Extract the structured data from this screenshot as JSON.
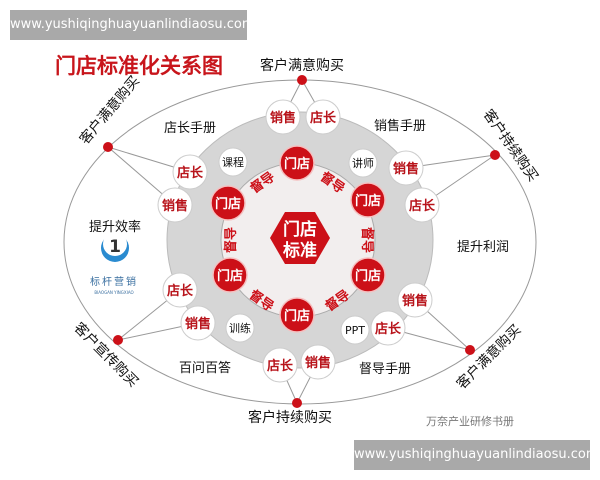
{
  "watermark_top": "www.yushiqinghuayuanlindiaosu.com",
  "watermark_bottom": "www.yushiqinghuayuanlindiaosu.com",
  "title": "门店标准化关系图",
  "center": {
    "line1": "门店",
    "line2": "标准"
  },
  "inner_nodes": [
    "门店",
    "门店",
    "门店",
    "门店",
    "门店",
    "门店"
  ],
  "inner_links": [
    "督导",
    "督导",
    "督导",
    "督导",
    "督导",
    "督导"
  ],
  "resource_nodes": [
    "课程",
    "讲师",
    "训练",
    "PPT"
  ],
  "ring_nodes": [
    "销售",
    "店长",
    "店长",
    "销售",
    "销售",
    "店长",
    "店长",
    "销售",
    "销售",
    "店长",
    "店长",
    "销售"
  ],
  "zone_labels": [
    "店长手册",
    "销售手册",
    "提升效率",
    "提升利润",
    "百问百答",
    "督导手册"
  ],
  "outcomes": [
    "客户满意购买",
    "客户满意购买",
    "客户持续购买",
    "客户宣传购买",
    "客户满意购买",
    "客户持续购买"
  ],
  "logo": {
    "name": "标杆营销",
    "sub": "BIAOGAN YINGXIAO",
    "mark": "1"
  },
  "signature": "万奈产业研修书册",
  "colors": {
    "red": "#cc1018",
    "grey_ring": "#d6d6d6",
    "inner": "#f2eeee",
    "banner": "#a9a9a9"
  }
}
